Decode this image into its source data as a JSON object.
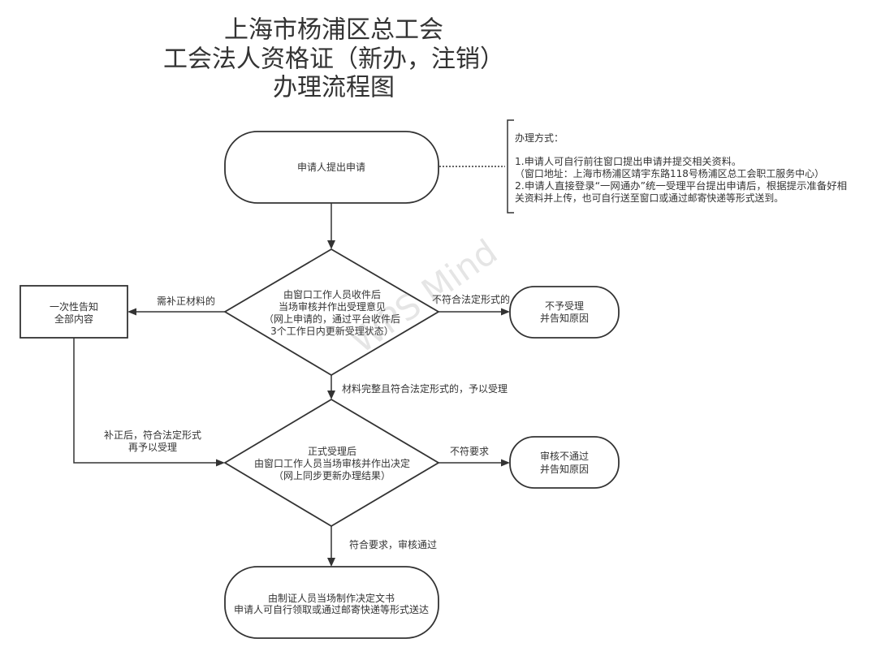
{
  "title": {
    "line1": "上海市杨浦区总工会",
    "line2": "工会法人资格证（新办，注销）",
    "line3": "办理流程图"
  },
  "nodes": {
    "submit_application": {
      "text": "申请人提出申请"
    },
    "acceptance_review": {
      "lines": [
        "由窗口工作人员收件后",
        "当场审核并作出受理意见",
        "（网上申请的，通过平台收件后",
        "3个工作日内更新受理状态）"
      ]
    },
    "one_time_notice": {
      "lines": [
        "一次性告知",
        "全部内容"
      ]
    },
    "not_accepted": {
      "lines": [
        "不予受理",
        "并告知原因"
      ]
    },
    "formal_review": {
      "lines": [
        "正式受理后",
        "由窗口工作人员当场审核并作出决定",
        "（网上同步更新办理结果）"
      ]
    },
    "review_failed": {
      "lines": [
        "审核不通过",
        "并告知原因"
      ]
    },
    "issue_decision": {
      "lines": [
        "由制证人员当场制作决定文书",
        "申请人可自行领取或通过邮寄快递等形式送达"
      ]
    }
  },
  "note": {
    "heading": "办理方式：",
    "lines": [
      "1.申请人可自行前往窗口提出申请并提交相关资料。",
      "（窗口地址：上海市杨浦区靖宇东路118号杨浦区总工会职工服务中心）",
      "2.申请人直接登录“一网通办”统一受理平台提出申请后，根据提示准备好相",
      "关资料并上传，也可自行送至窗口或通过邮寄快递等形式送到。"
    ]
  },
  "edges": {
    "review_to_notice": "需补正材料的",
    "review_to_not_accepted": "不符合法定形式的",
    "review_to_formal": "材料完整且符合法定形式的，予以受理",
    "notice_to_formal": [
      "补正后，符合法定形式",
      "再予以受理"
    ],
    "formal_to_failed": "不符要求",
    "formal_to_issue": "符合要求，审核通过"
  },
  "watermark": "WPS Mind",
  "colors": {
    "stroke": "#333333",
    "text": "#333333",
    "background": "#ffffff",
    "watermark": "#9a9a9a"
  }
}
